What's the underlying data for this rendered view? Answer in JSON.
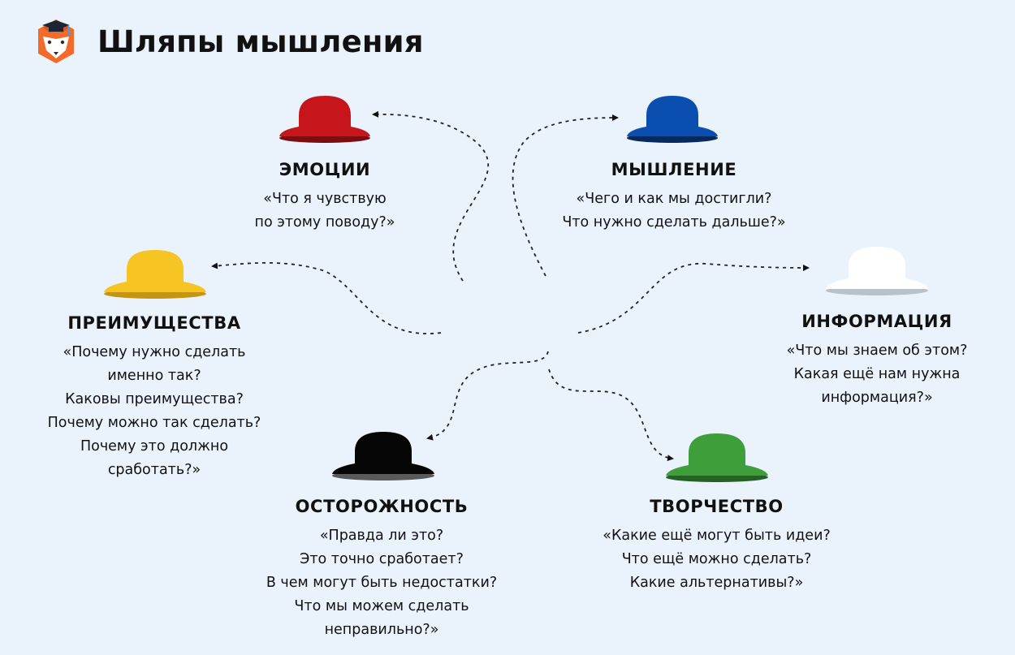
{
  "header": {
    "title": "Шляпы мышления",
    "logo_icon": "fox-graduate-icon"
  },
  "hats": [
    {
      "id": "red",
      "color": "#c6161b",
      "shadow": "#7d0e10",
      "name": "ЭМОЦИИ",
      "lines": [
        "«Что я чувствую",
        "по этому поводу?»"
      ]
    },
    {
      "id": "blue",
      "color": "#0a4fb0",
      "shadow": "#07295e",
      "name": "МЫШЛЕНИЕ",
      "lines": [
        "«Чего и как мы достигли?",
        "Что нужно сделать дальше?»"
      ]
    },
    {
      "id": "yellow",
      "color": "#f6c524",
      "shadow": "#c49412",
      "name": "ПРЕИМУЩЕСТВА",
      "lines": [
        "«Почему нужно сделать",
        "именно так?",
        "Каковы преимущества?",
        "Почему можно так сделать?",
        "Почему это должно",
        "сработать?»"
      ]
    },
    {
      "id": "white",
      "color": "#ffffff",
      "shadow": "#b9c0ca",
      "name": "ИНФОРМАЦИЯ",
      "lines": [
        "«Что мы знаем об этом?",
        "Какая ещё нам нужна",
        "информация?»"
      ]
    },
    {
      "id": "black",
      "color": "#050505",
      "shadow": "#5a5a5a",
      "name": "ОСТОРОЖНОСТЬ",
      "lines": [
        "«Правда ли это?",
        "Это точно сработает?",
        "В чем могут быть недостатки?",
        "Что мы можем сделать",
        "неправильно?»"
      ]
    },
    {
      "id": "green",
      "color": "#3d9e3a",
      "shadow": "#226323",
      "name": "ТВОРЧЕСТВО",
      "lines": [
        "«Какие ещё могут быть идеи?",
        "Что ещё можно сделать?",
        "Какие альтернативы?»"
      ]
    }
  ]
}
